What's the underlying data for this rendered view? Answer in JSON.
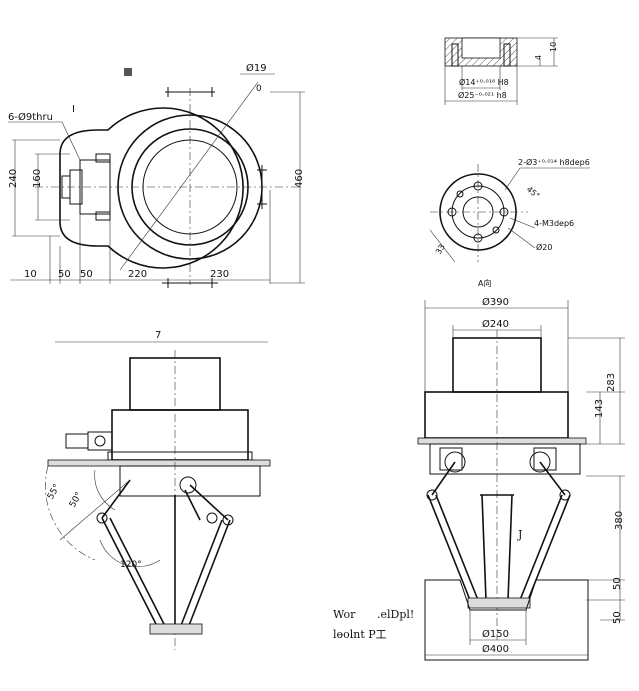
{
  "top_view": {
    "dim_phi19": "Ø19",
    "dim_0": "0",
    "dim_holes": "6-Ø9thru",
    "cursor_mark": "I",
    "dim_240": "240",
    "dim_160": "160",
    "dim_460": "460",
    "dim_10": "10",
    "dim_50a": "50",
    "dim_50b": "50",
    "dim_220": "220",
    "dim_230": "230"
  },
  "section_detail": {
    "dim_inner": "Ø14⁺⁰·⁰¹⁸ H8",
    "dim_outer": "Ø25⁻⁰·⁰²¹ h8",
    "dim_4": "4",
    "dim_10": "10"
  },
  "flange_view": {
    "dim_pins": "2-Ø3⁺⁰·⁰¹⁴ h8dep6",
    "dim_angle": "45°",
    "dim_threads": "4-M3dep6",
    "dim_phi20": "Ø20",
    "dim_33": "33",
    "view_label": "A向"
  },
  "side_view_left": {
    "dim_7": "7",
    "angle_55": "55°",
    "angle_50": "50°",
    "angle_120": "120°"
  },
  "front_view_right": {
    "dim_390": "Ø390",
    "dim_240": "Ø240",
    "dim_283": "283",
    "dim_143": "143",
    "dim_380": "380",
    "dim_50a": "50",
    "dim_50b": "50",
    "dim_150": "Ø150",
    "dim_400": "Ø400",
    "label_j": "J",
    "label_work": "Wor",
    "label_eldpl": ".elDpl!",
    "label_tool": "lɵolnt P工"
  }
}
